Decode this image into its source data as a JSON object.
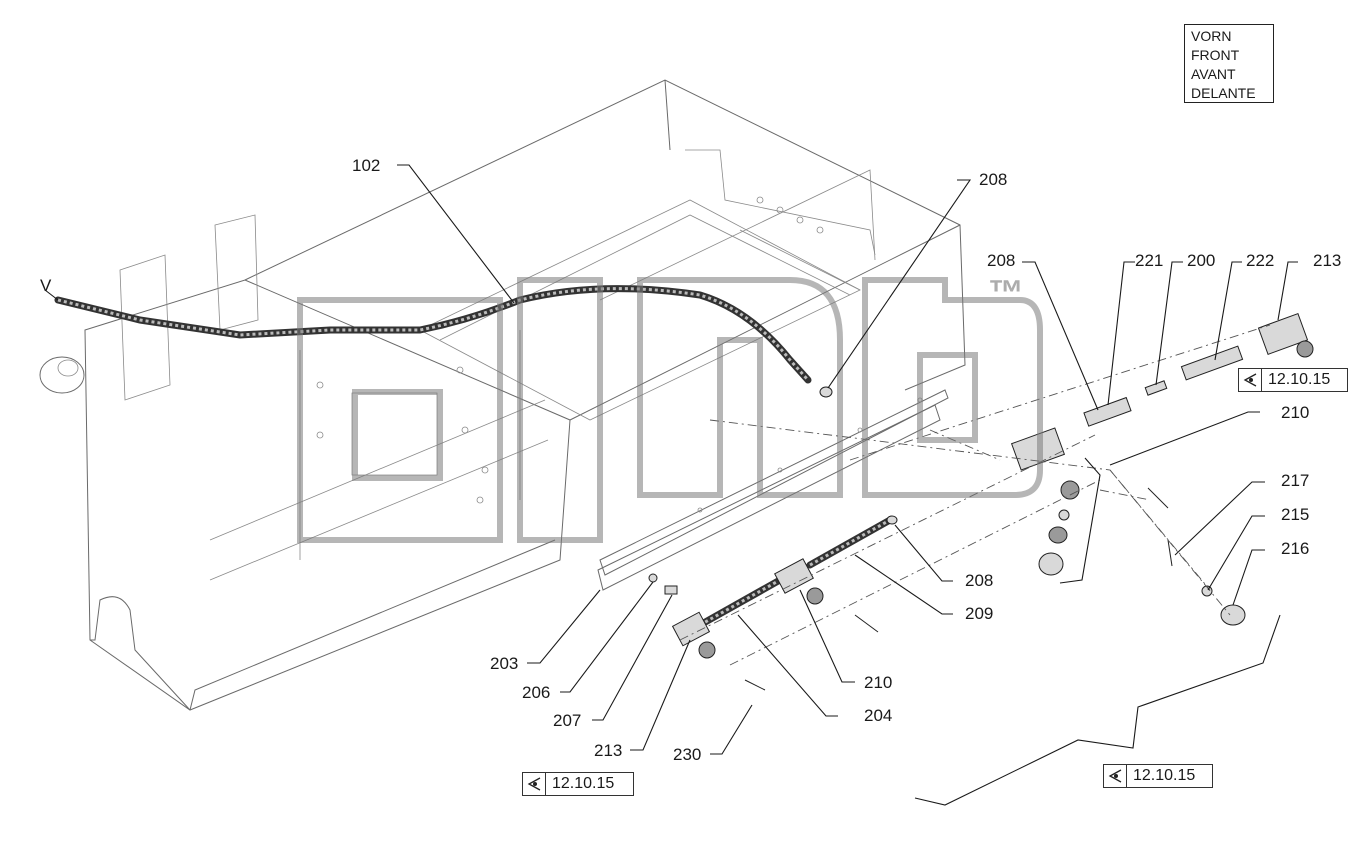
{
  "direction_labels": [
    "VORN",
    "FRONT",
    "AVANT",
    "DELANTE"
  ],
  "callouts": [
    {
      "text": "102",
      "id": "callout-102"
    },
    {
      "text": "V",
      "id": "callout-v"
    },
    {
      "text": "208",
      "id": "callout-208-top"
    },
    {
      "text": "208",
      "id": "callout-208-right"
    },
    {
      "text": "221",
      "id": "callout-221"
    },
    {
      "text": "200",
      "id": "callout-200"
    },
    {
      "text": "222",
      "id": "callout-222"
    },
    {
      "text": "213",
      "id": "callout-213-right"
    },
    {
      "text": "210",
      "id": "callout-210-right"
    },
    {
      "text": "217",
      "id": "callout-217"
    },
    {
      "text": "215",
      "id": "callout-215"
    },
    {
      "text": "216",
      "id": "callout-216"
    },
    {
      "text": "208",
      "id": "callout-208-lower"
    },
    {
      "text": "209",
      "id": "callout-209"
    },
    {
      "text": "210",
      "id": "callout-210-lower"
    },
    {
      "text": "204",
      "id": "callout-204"
    },
    {
      "text": "203",
      "id": "callout-203"
    },
    {
      "text": "206",
      "id": "callout-206"
    },
    {
      "text": "207",
      "id": "callout-207"
    },
    {
      "text": "213",
      "id": "callout-213-lower"
    },
    {
      "text": "230",
      "id": "callout-230"
    }
  ],
  "references": [
    {
      "text": "12.10.15",
      "id": "ref-top-right"
    },
    {
      "text": "12.10.15",
      "id": "ref-bottom-left"
    },
    {
      "text": "12.10.15",
      "id": "ref-bottom-right"
    }
  ],
  "trademark": "™",
  "colors": {
    "line": "#1a1a1a",
    "watermark": "#7a7a7a"
  }
}
